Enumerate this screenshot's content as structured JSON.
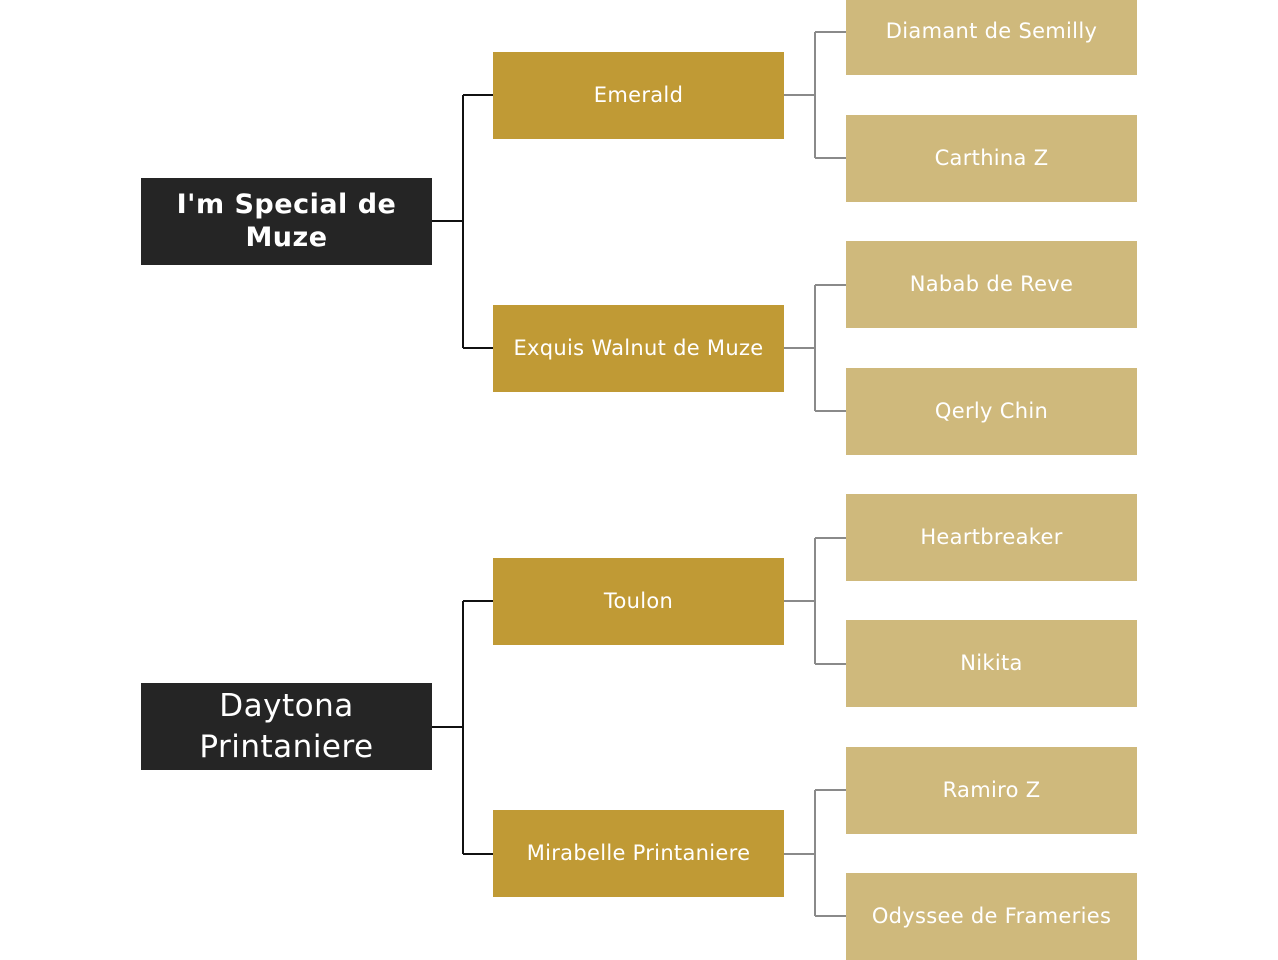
{
  "colors": {
    "root": "#252525",
    "parent": "#c09a35",
    "grandparent": "#cfb97c",
    "line_root": "#111111",
    "line_parent": "#8a8a8a"
  },
  "pedigree": [
    {
      "name": "I'm Special de Muze",
      "parents": [
        {
          "name": "Emerald",
          "parents": [
            {
              "name": "Diamant de Semilly"
            },
            {
              "name": "Carthina Z"
            }
          ]
        },
        {
          "name": "Exquis Walnut de Muze",
          "parents": [
            {
              "name": "Nabab de Reve"
            },
            {
              "name": "Qerly Chin"
            }
          ]
        }
      ]
    },
    {
      "name": "Daytona Printaniere",
      "parents": [
        {
          "name": "Toulon",
          "parents": [
            {
              "name": "Heartbreaker"
            },
            {
              "name": "Nikita"
            }
          ]
        },
        {
          "name": "Mirabelle Printaniere",
          "parents": [
            {
              "name": "Ramiro Z"
            },
            {
              "name": "Odyssee de Frameries"
            }
          ]
        }
      ]
    }
  ]
}
